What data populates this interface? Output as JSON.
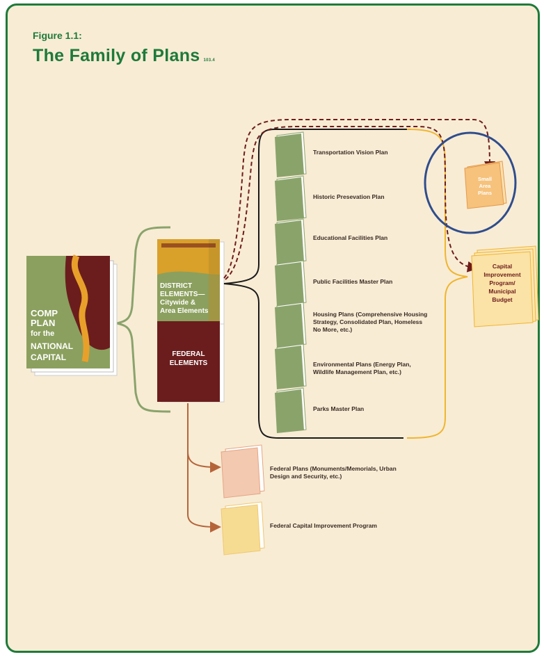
{
  "figure": {
    "label": "Figure 1.1:",
    "title": "The Family of Plans",
    "ref": "103.4"
  },
  "comp_plan": {
    "lines": [
      "COMP",
      "PLAN",
      "for the",
      "NATIONAL",
      "CAPITAL"
    ]
  },
  "district_elements": {
    "lines": [
      "DISTRICT",
      "ELEMENTS—",
      "Citywide &",
      "Area Elements"
    ]
  },
  "federal_elements": {
    "lines": [
      "FEDERAL",
      "ELEMENTS"
    ]
  },
  "district_plans": [
    "Transportation Vision Plan",
    "Historic Presevation Plan",
    "Educational Facilities Plan",
    "Public Facilities Master Plan",
    "Housing Plans (Comprehensive Housing Strategy, Consolidated Plan, Homeless No More, etc.)",
    "Environmental Plans (Energy Plan, Wildlife Management Plan, etc.)",
    "Parks Master Plan"
  ],
  "small_area_plans": {
    "lines": [
      "Small",
      "Area",
      "Plans"
    ]
  },
  "capital_improvement": {
    "lines": [
      "Capital",
      "Improvement",
      "Program/",
      "Municipal",
      "Budget"
    ]
  },
  "federal_plans": [
    "Federal Plans (Monuments/Memorials, Urban Design and Security, etc.)",
    "Federal Capital Improvement Program"
  ],
  "colors": {
    "frame_green": "#1e7a3a",
    "background": "#f8ecd5",
    "plan_green": "#8aa36b",
    "maroon": "#6e1c1c",
    "gold": "#f0b52e",
    "highlight_circle": "#2f4d8c"
  }
}
